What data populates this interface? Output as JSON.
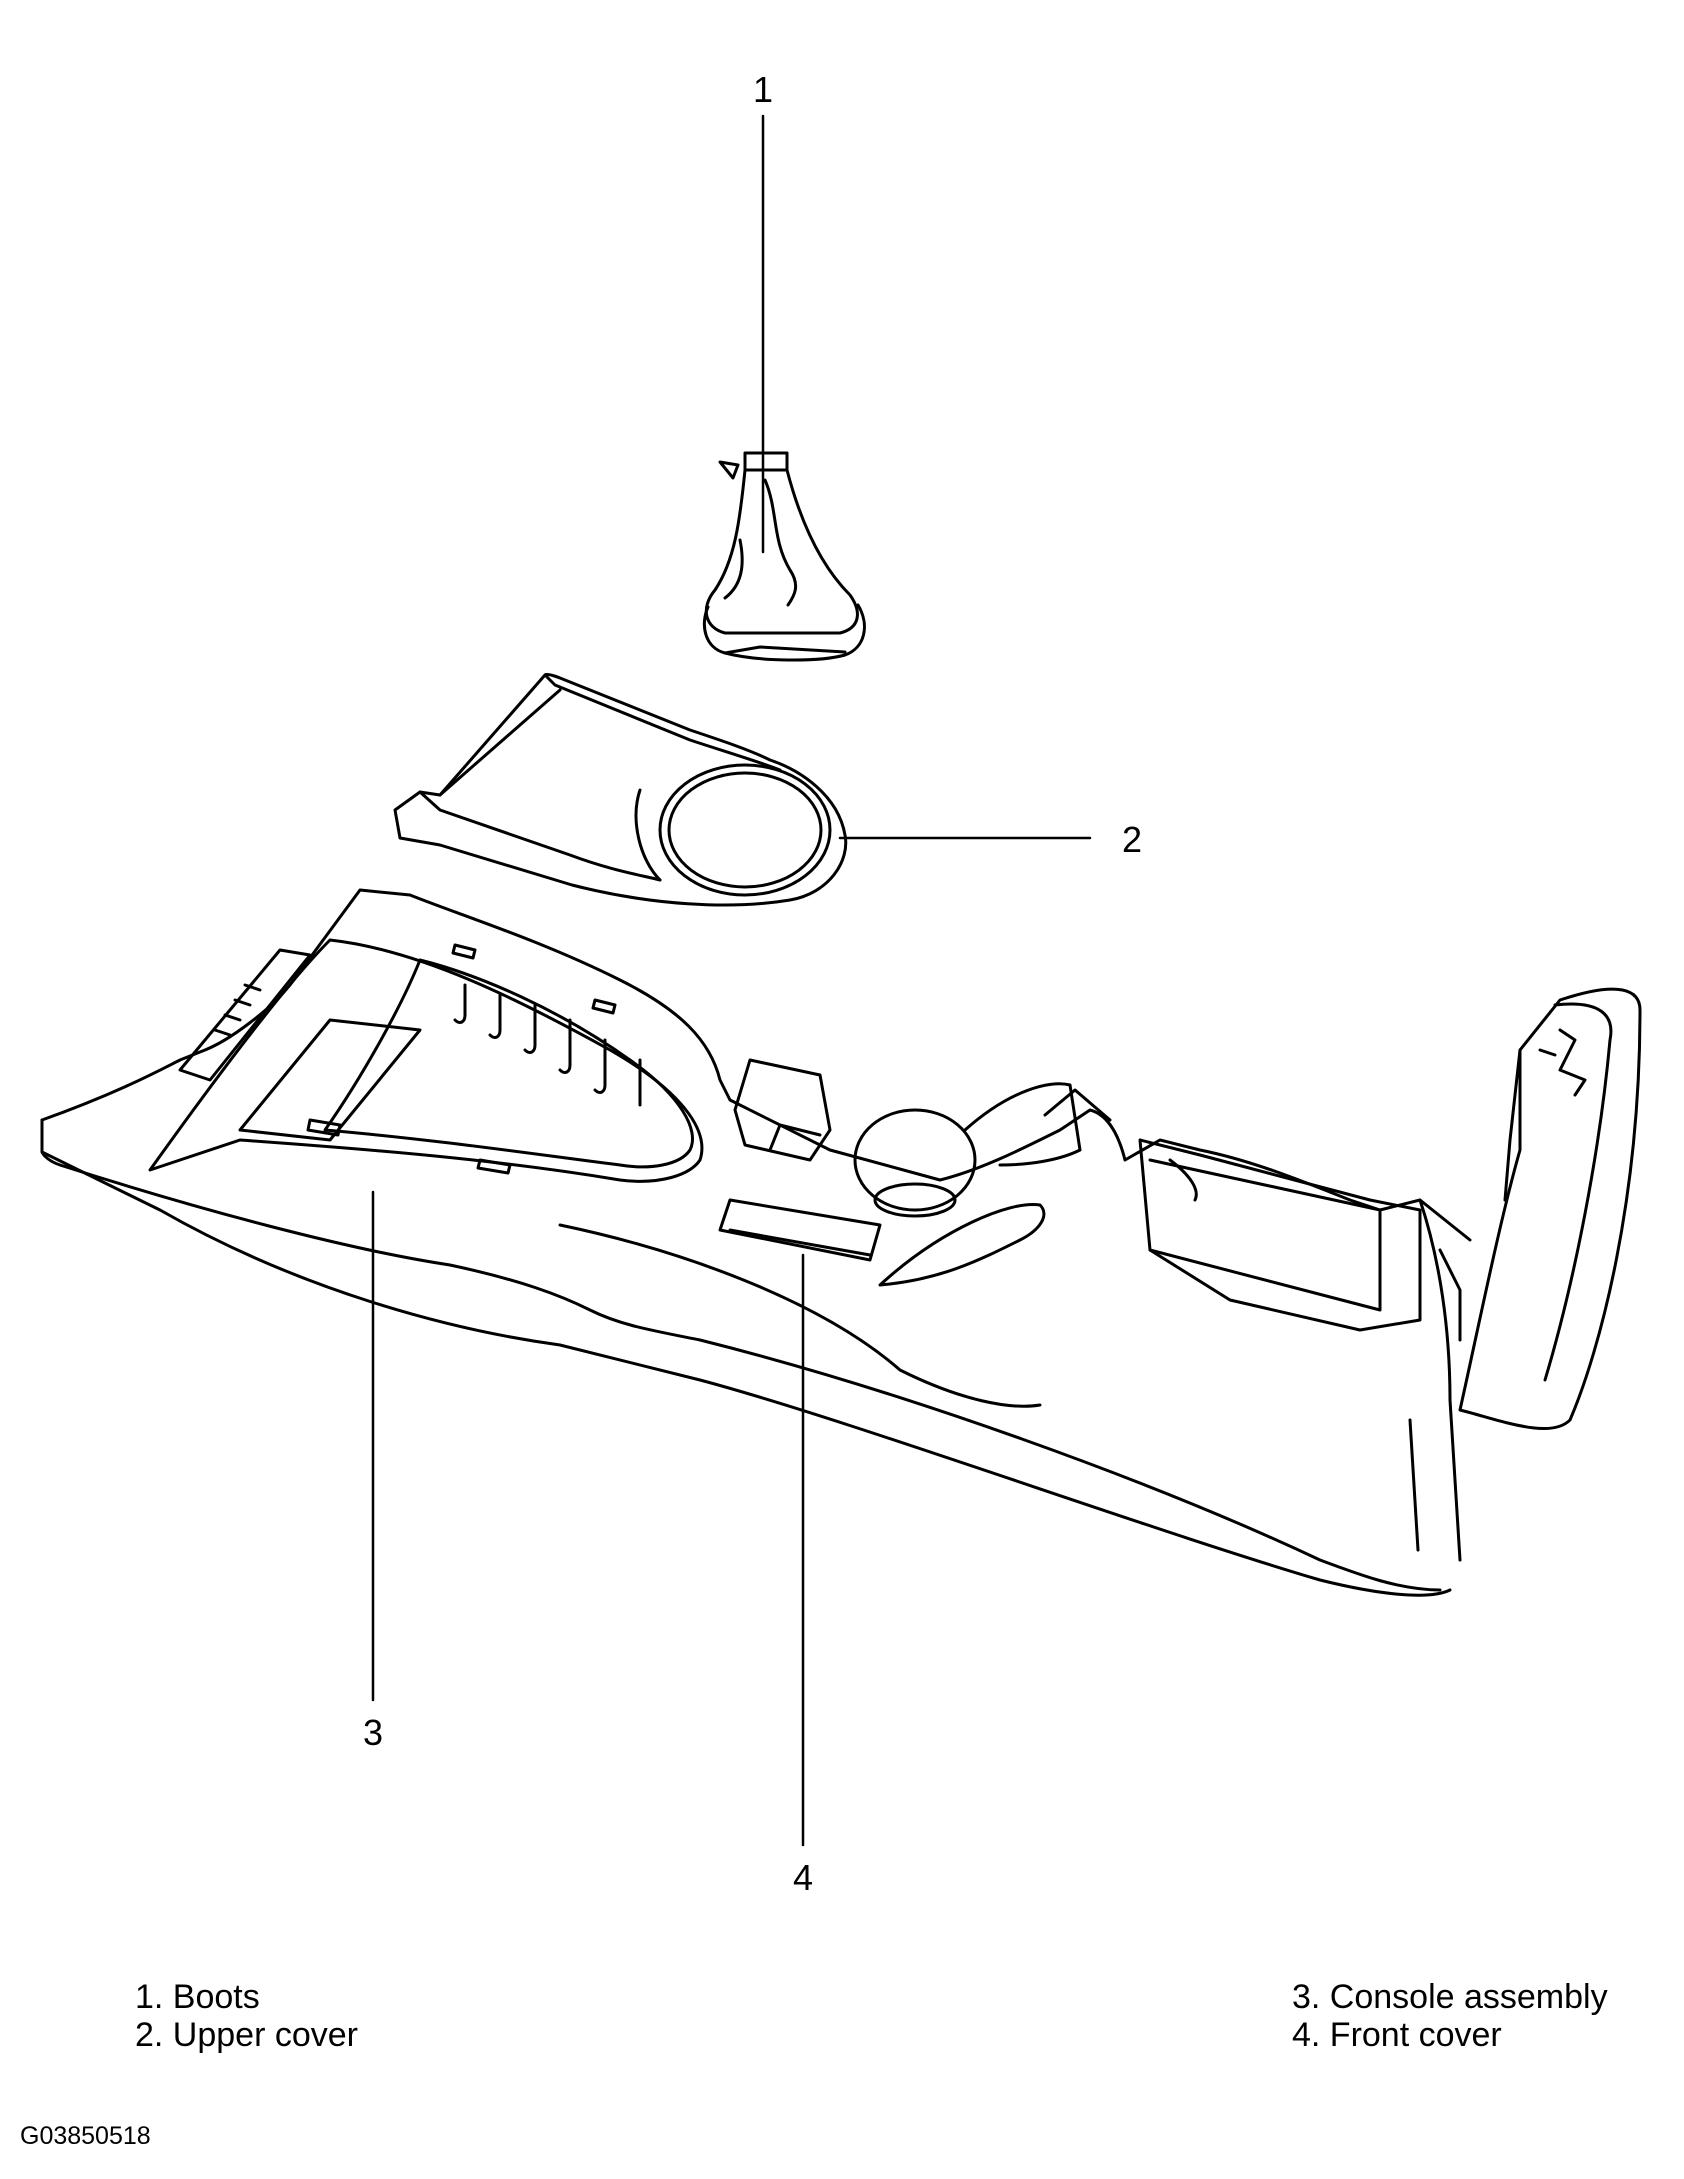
{
  "callouts": {
    "boots": "1",
    "upper_cover": "2",
    "console_assembly": "3",
    "front_cover": "4"
  },
  "legend": {
    "left": [
      "1. Boots",
      "2. Upper cover"
    ],
    "right": [
      "3. Console assembly",
      "4. Front cover"
    ]
  },
  "figure_code": "G03850518",
  "colors": {
    "ink": "#000000",
    "paper": "#ffffff"
  }
}
